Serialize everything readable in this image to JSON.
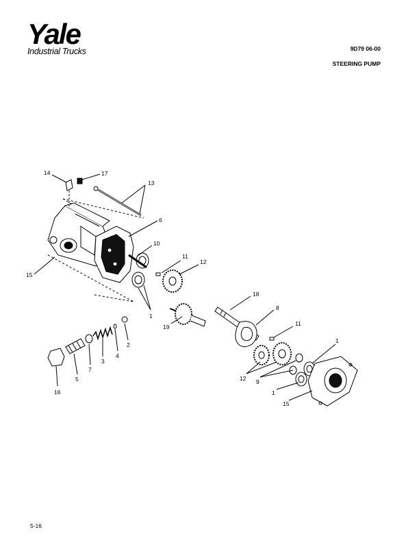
{
  "header": {
    "brand": "Yale",
    "brand_sub": "Industrial Trucks",
    "doc_code": "9D79  06-00",
    "title": "STEERING PUMP"
  },
  "footer": {
    "page_number": "5-16"
  },
  "callouts": [
    "14",
    "17",
    "13",
    "6",
    "15",
    "10",
    "11",
    "12",
    "1",
    "18",
    "8",
    "19",
    "11",
    "1",
    "2",
    "4",
    "3",
    "7",
    "5",
    "16",
    "12",
    "9",
    "1",
    "15"
  ]
}
